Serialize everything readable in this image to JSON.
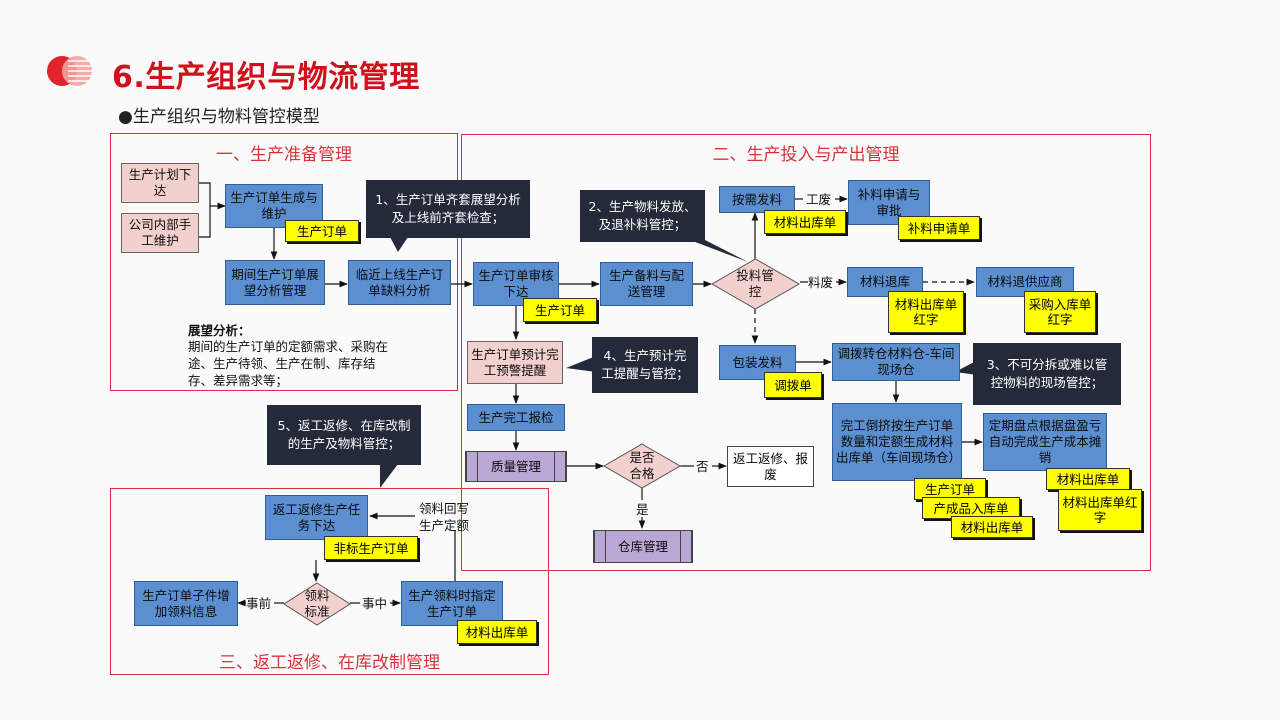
{
  "header": {
    "title": "6.生产组织与物流管理",
    "subtitle": "●生产组织与物料管控模型"
  },
  "sections": {
    "s1": "一、生产准备管理",
    "s2": "二、生产投入与产出管理",
    "s3": "三、返工返修、在库改制管理"
  },
  "nodes": {
    "plan": "生产计划下达",
    "company": "公司内部手工维护",
    "order_gen": "生产订单生成与维护",
    "prospect": "期间生产订单展望分析管理",
    "shortage": "临近上线生产订单缺料分析",
    "review": "生产订单审核下达",
    "prep": "生产备料与配送管理",
    "feed_ctrl": "投料管控",
    "on_demand": "按需发料",
    "supplement": "补料申请与审批",
    "return_mat": "材料退库",
    "return_supplier": "材料退供应商",
    "package": "包装发料",
    "transfer": "调拨转仓材料仓-车间现场仓",
    "backflush": "完工倒挤按生产订单数量和定额生成材料出库单（车间现场仓）",
    "inventory": "定期盘点根据盘盈亏自动完成生产成本摊销",
    "warning": "生产订单预计完工预警提醒",
    "report": "生产完工报检",
    "quality": "质量管理",
    "qualified": "是否合格",
    "rework_scrap": "返工返修、报废",
    "warehouse": "仓库管理",
    "rework_task": "返工返修生产任务下达",
    "std": "领料标准",
    "add_info": "生产订单子件增加领料信息",
    "assign": "生产领料时指定生产订单"
  },
  "docs": {
    "prod_order_1": "生产订单",
    "prod_order_2": "生产订单",
    "mat_out_1": "材料出库单",
    "supp_req": "补料申请单",
    "mat_out_red": "材料出库单红字",
    "purchase_red": "采购入库单红字",
    "transfer_doc": "调拨单",
    "prod_order_3": "生产订单",
    "finished_in": "产成品入库单",
    "mat_out_2": "材料出库单",
    "mat_out_3": "材料出库单",
    "mat_out_red_2": "材料出库单红字",
    "nonstd_order": "非标生产订单",
    "mat_out_4": "材料出库单"
  },
  "callouts": {
    "c1": "1、生产订单齐套展望分析及上线前齐套检查；",
    "c2": "2、生产物料发放、及退补料管控；",
    "c3": "3、不可分拆或难以管控物料的现场管控；",
    "c4": "4、生产预计完工提醒与管控；",
    "c5": "5、返工返修、在库改制的生产及物料管控；"
  },
  "labels": {
    "scrap_work": "工废",
    "scrap_mat": "料废",
    "no": "否",
    "yes": "是",
    "before": "事前",
    "during": "事中",
    "writeback": "领料回写生产定额"
  },
  "analysis": {
    "heading": "展望分析：",
    "body": "期间的生产订单的定额需求、采购在途、生产待领、生产在制、库存结存、差异需求等；"
  },
  "colors": {
    "title_red": "#d0101a",
    "section_red": "#d9333a",
    "node_blue": "#5b8fd0",
    "doc_yellow": "#ffff00",
    "callout_dark": "#252a3a",
    "node_pink": "#f2d0ce",
    "node_purple": "#b9a8d6"
  }
}
